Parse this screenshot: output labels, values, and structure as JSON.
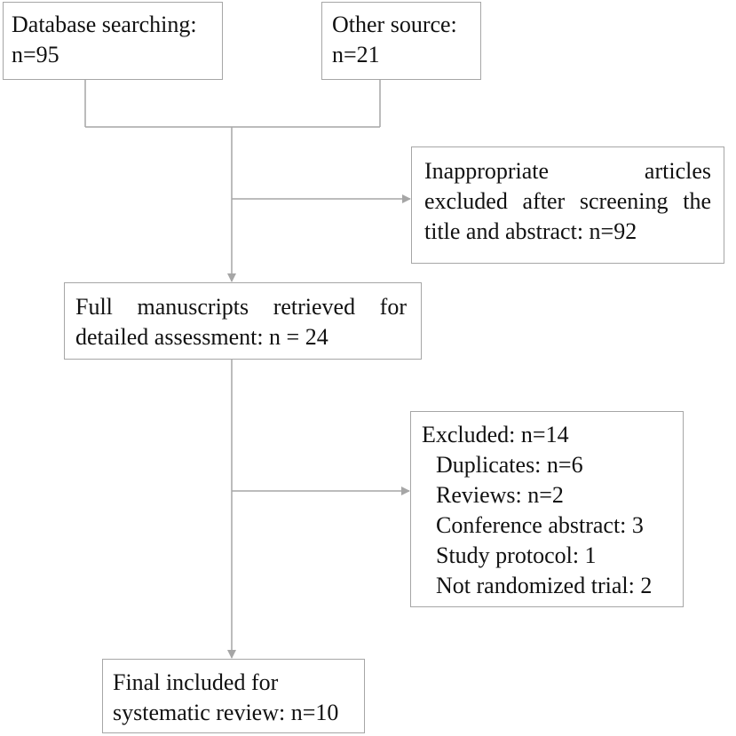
{
  "diagram": {
    "type": "flowchart",
    "boxes": {
      "database": {
        "lines": [
          "Database searching:",
          "n=95"
        ]
      },
      "other": {
        "lines": [
          "Other source:",
          "n=21"
        ]
      },
      "excluded_screening": {
        "lines": [
          "Inappropriate articles",
          "excluded after screening the",
          "title and abstract: n=92"
        ]
      },
      "full_manuscripts": {
        "lines": [
          "Full manuscripts retrieved for",
          "detailed assessment: n = 24"
        ]
      },
      "excluded_full": {
        "header": "Excluded: n=14",
        "items": [
          "Duplicates: n=6",
          "Reviews: n=2",
          "Conference abstract: 3",
          "Study protocol: 1",
          "Not randomized trial: 2"
        ]
      },
      "final": {
        "lines": [
          "Final included for",
          "systematic review: n=10"
        ]
      }
    },
    "colors": {
      "line": "#a6a6a6",
      "border": "#a6a6a6",
      "text": "#111111"
    }
  }
}
